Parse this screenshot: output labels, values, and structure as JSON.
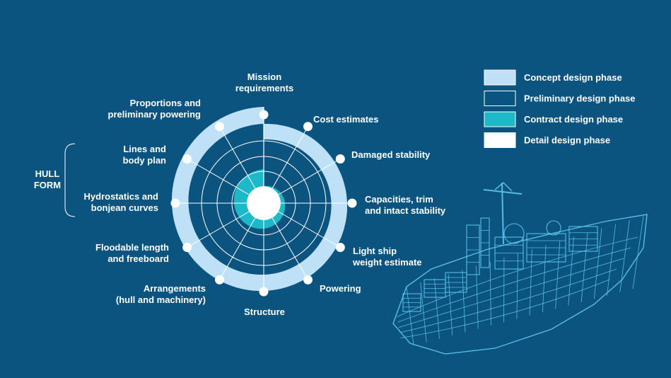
{
  "colors": {
    "background": "#0b5480",
    "concept": "#bfe1f7",
    "preliminary": "#0b5480",
    "contract": "#1cb9c8",
    "detail": "#ffffff",
    "lines": "#ffffff",
    "ship": "#5ec8ee"
  },
  "legend": [
    {
      "label": "Concept design phase",
      "color": "#bfe1f7"
    },
    {
      "label": "Preliminary design phase",
      "color": "#0b5480"
    },
    {
      "label": "Contract design phase",
      "color": "#1cb9c8"
    },
    {
      "label": "Detail design phase",
      "color": "#ffffff"
    }
  ],
  "spiral_steps": [
    {
      "id": "mission",
      "lines": [
        "Mission",
        "requirements"
      ]
    },
    {
      "id": "cost",
      "lines": [
        "Cost estimates"
      ]
    },
    {
      "id": "damaged",
      "lines": [
        "Damaged stability"
      ]
    },
    {
      "id": "capacities",
      "lines": [
        "Capacities, trim",
        "and intact stability"
      ]
    },
    {
      "id": "lightship",
      "lines": [
        "Light ship",
        "weight estimate"
      ]
    },
    {
      "id": "powering",
      "lines": [
        "Powering"
      ]
    },
    {
      "id": "structure",
      "lines": [
        "Structure"
      ]
    },
    {
      "id": "arrangements",
      "lines": [
        "Arrangements",
        "(hull and machinery)"
      ]
    },
    {
      "id": "floodable",
      "lines": [
        "Floodable length",
        "and freeboard"
      ]
    },
    {
      "id": "hydrostatics",
      "lines": [
        "Hydrostatics and",
        "bonjean curves"
      ]
    },
    {
      "id": "lines",
      "lines": [
        "Lines and",
        "body plan"
      ]
    },
    {
      "id": "proportions",
      "lines": [
        "Proportions and",
        "preliminary powering"
      ]
    }
  ],
  "hull_form": {
    "lines": [
      "HULL",
      "FORM"
    ]
  },
  "ship_icon": "wireframe-ship-icon"
}
